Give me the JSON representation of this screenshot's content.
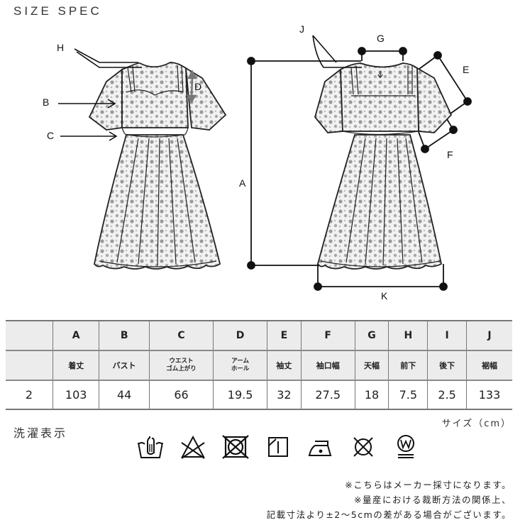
{
  "header": {
    "title": "SIZE SPEC"
  },
  "diagram": {
    "labels": {
      "A": "A",
      "B": "B",
      "C": "C",
      "D": "D",
      "E": "E",
      "F": "F",
      "G": "G",
      "H": "H",
      "J": "J",
      "K": "K"
    },
    "front_view": "dress-front-illustration",
    "back_view": "dress-back-illustration"
  },
  "table": {
    "letters": [
      "",
      "A",
      "B",
      "C",
      "D",
      "E",
      "F",
      "G",
      "H",
      "I",
      "J"
    ],
    "names": [
      "",
      "着丈",
      "バスト",
      "ウエスト\nゴム上がり",
      "アーム\nホール",
      "袖丈",
      "袖口幅",
      "天幅",
      "前下",
      "後下",
      "裾幅"
    ],
    "rows": [
      {
        "size": "2",
        "values": [
          "103",
          "44",
          "66",
          "19.5",
          "32",
          "27.5",
          "18",
          "7.5",
          "2.5",
          "133"
        ]
      }
    ]
  },
  "unit": "サイズ（cm）",
  "care": {
    "label": "洗濯表示",
    "icons": [
      "hand-wash-icon",
      "no-bleach-icon",
      "no-tumble-dry-icon",
      "line-dry-shade-icon",
      "iron-low-icon",
      "no-dry-clean-icon",
      "wet-clean-very-gentle-icon"
    ]
  },
  "notes": [
    "※こちらはメーカー採寸になります。",
    "※量産における裁断方法の関係上、",
    "記載寸法より±2〜5cmの差がある場合がございます。"
  ]
}
